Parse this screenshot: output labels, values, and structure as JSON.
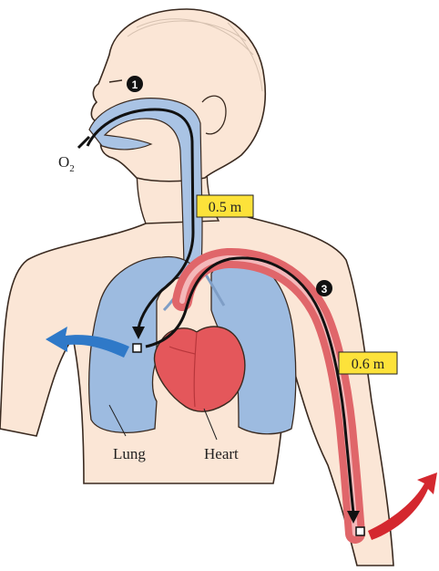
{
  "labels": {
    "o2": "O",
    "o2_sub": "2",
    "lung": "Lung",
    "heart": "Heart"
  },
  "callouts": {
    "distance_airway": "0.5 m",
    "distance_artery": "0.6 m"
  },
  "steps": {
    "step_1": "1",
    "step_3": "3"
  },
  "colors": {
    "skin": "#fbe6d6",
    "skin_outline": "#3a2a20",
    "airway_blue": "#a9c3e4",
    "lung_blue": "#9dbbe0",
    "heart_red": "#e4575b",
    "artery_red": "#e0666a",
    "callout_yellow": "#fde23a",
    "exit_blue_arrow": "#2f79c8",
    "exit_red_arrow": "#d4282f",
    "path_black": "#111111"
  }
}
